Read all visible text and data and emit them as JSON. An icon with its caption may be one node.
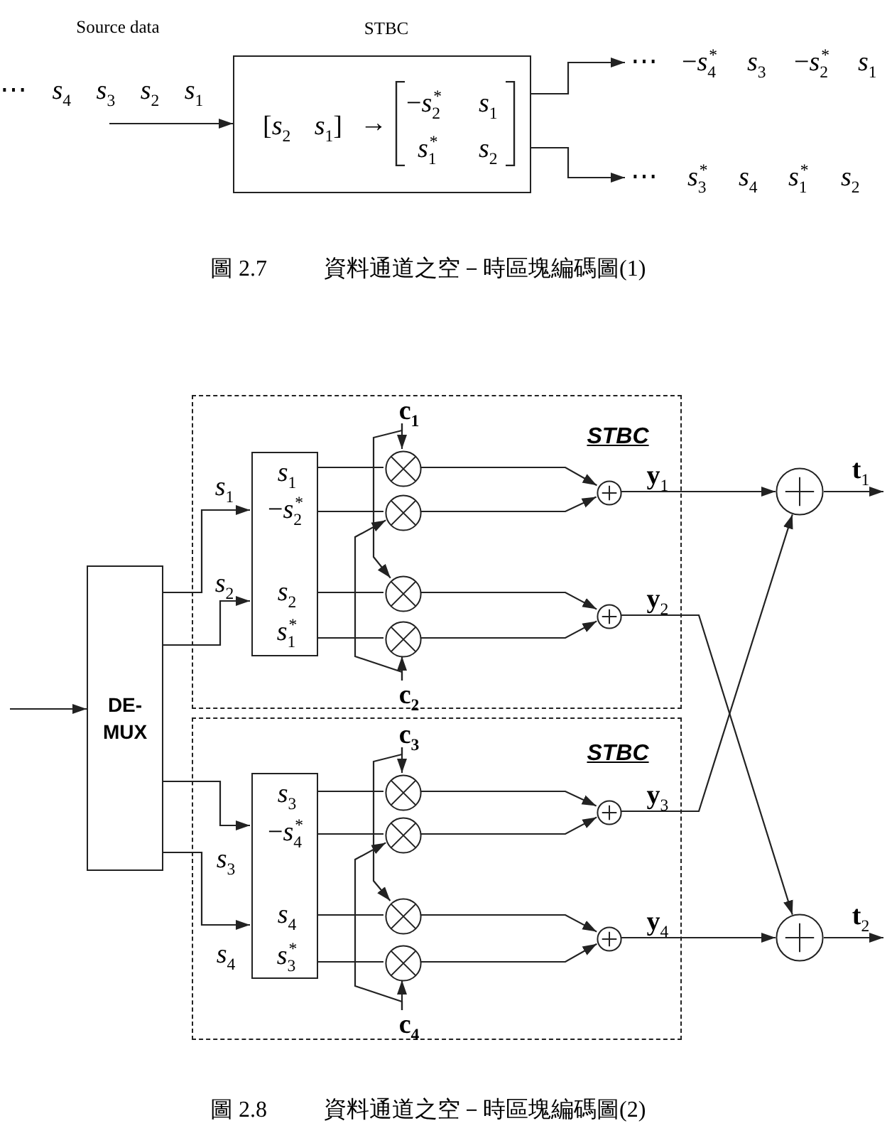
{
  "diagram": {
    "nodes": [
      {
        "text": [
          "STBC",
          "[*s*$_{2}$ *s*$_{1}$]",
          "→",
          "−*s*$_{2}$$^{*}$",
          "*s*$_{1}$",
          "*s*$_{1}$$^{*}$",
          "*s*$_{2}$"
        ]
      },
      {
        "text": [
          "⋯",
          "−*s*$_{4}$$^{*}$",
          "*s*$_{3}$",
          "−*s*$_{2}$$^{*}$",
          "*s*$_{1}$"
        ]
      },
      {
        "text": [
          "⋯",
          "*s*$_{3}$$^{*}$",
          "*s*$_{4}$",
          "*s*$_{1}$$^{*}$",
          "*s*$_{2}$"
        ]
      },
      {
        "text": [
          "DE-MUX"
        ]
      },
      {
        "text": [
          "STBC"
        ]
      },
      {
        "text": [
          "*s*$_{1}$",
          "−*s*$_{2}$$^{*}$",
          "*s*$_{2}$",
          "*s*$_{1}$$^{*}$"
        ],
        "in": 4
      },
      {
        "text": [
          "c$_{1}$"
        ],
        "in": 4
      },
      {
        "text": [],
        "shape": "circle",
        "in": 4
      },
      {
        "text": [],
        "shape": "circle",
        "in": 4
      },
      {
        "text": [],
        "shape": "circle",
        "in": 4
      },
      {
        "text": [],
        "shape": "circle",
        "in": 4
      },
      {
        "text": [
          "c$_{2}$"
        ],
        "in": 4
      },
      {
        "text": [],
        "shape": "circle",
        "in": 4
      },
      {
        "text": [],
        "shape": "circle",
        "in": 4
      },
      {
        "text": [
          "STBC"
        ]
      },
      {
        "text": [
          "*s*$_{3}$",
          "−*s*$_{4}$$^{*}$",
          "*s*$_{4}$",
          "*s*$_{3}$$^{*}$"
        ],
        "in": 14
      },
      {
        "text": [
          "c$_{3}$"
        ],
        "in": 14
      },
      {
        "text": [],
        "shape": "circle",
        "in": 14
      },
      {
        "text": [],
        "shape": "circle",
        "in": 14
      },
      {
        "text": [],
        "shape": "circle",
        "in": 14
      },
      {
        "text": [],
        "shape": "circle",
        "in": 14
      },
      {
        "text": [
          "c$_{4}$"
        ],
        "in": 14
      },
      {
        "text": [],
        "shape": "circle",
        "in": 14
      },
      {
        "text": [],
        "shape": "circle",
        "in": 14
      },
      {
        "text": [],
        "shape": "circle"
      },
      {
        "text": [],
        "shape": "circle"
      }
    ],
    "edges": [
      {
        "from": null,
        "to": 0,
        "arrow": "to"
      },
      {
        "from": 0,
        "to": 1,
        "arrow": "to"
      },
      {
        "from": 0,
        "to": 2,
        "arrow": "to"
      },
      {
        "from": null,
        "to": 3,
        "arrow": "to"
      },
      {
        "from": 3,
        "to": 5,
        "arrow": "to",
        "label": "*s*$_{1}$"
      },
      {
        "from": 3,
        "to": 5,
        "arrow": "to",
        "label": "*s*$_{2}$"
      },
      {
        "from": 3,
        "to": 15,
        "arrow": "to",
        "label": "*s*$_{3}$"
      },
      {
        "from": 3,
        "to": 15,
        "arrow": "to",
        "label": "*s*$_{4}$"
      },
      {
        "from": 5,
        "to": 7,
        "arrow": "none"
      },
      {
        "from": 5,
        "to": 8,
        "arrow": "none"
      },
      {
        "from": 5,
        "to": 9,
        "arrow": "none"
      },
      {
        "from": 5,
        "to": 10,
        "arrow": "none"
      },
      {
        "from": 6,
        "to": 7,
        "arrow": "to"
      },
      {
        "from": 6,
        "to": 9,
        "arrow": "to"
      },
      {
        "from": 11,
        "to": 10,
        "arrow": "to"
      },
      {
        "from": 11,
        "to": 8,
        "arrow": "to"
      },
      {
        "from": 7,
        "to": 12,
        "arrow": "to"
      },
      {
        "from": 8,
        "to": 12,
        "arrow": "to"
      },
      {
        "from": 9,
        "to": 13,
        "arrow": "to"
      },
      {
        "from": 10,
        "to": 13,
        "arrow": "to"
      },
      {
        "from": 15,
        "to": 17,
        "arrow": "none"
      },
      {
        "from": 15,
        "to": 18,
        "arrow": "none"
      },
      {
        "from": 15,
        "to": 19,
        "arrow": "none"
      },
      {
        "from": 15,
        "to": 20,
        "arrow": "none"
      },
      {
        "from": 16,
        "to": 17,
        "arrow": "to"
      },
      {
        "from": 16,
        "to": 19,
        "arrow": "to"
      },
      {
        "from": 21,
        "to": 20,
        "arrow": "to"
      },
      {
        "from": 21,
        "to": 18,
        "arrow": "to"
      },
      {
        "from": 17,
        "to": 22,
        "arrow": "to"
      },
      {
        "from": 18,
        "to": 22,
        "arrow": "to"
      },
      {
        "from": 19,
        "to": 23,
        "arrow": "to"
      },
      {
        "from": 20,
        "to": 23,
        "arrow": "to"
      },
      {
        "from": 12,
        "to": 24,
        "arrow": "to",
        "label": "**y**$_{1}$"
      },
      {
        "from": 13,
        "to": 25,
        "arrow": "to",
        "label": "**y**$_{2}$"
      },
      {
        "from": 22,
        "to": 24,
        "arrow": "to",
        "label": "**y**$_{3}$"
      },
      {
        "from": 23,
        "to": 25,
        "arrow": "to",
        "label": "**y**$_{4}$"
      },
      {
        "from": 24,
        "to": null,
        "arrow": "to",
        "label": "**t**$_{1}$"
      },
      {
        "from": 25,
        "to": null,
        "arrow": "to",
        "label": "**t**$_{2}$"
      }
    ],
    "labels": [
      "Source data",
      "⋯ *s*$_{4}$ *s*$_{3}$ *s*$_{2}$ *s*$_{1}$",
      "圖 2.7",
      "資料通道之空－時區塊編碼圖(1)",
      "圖 2.8",
      "資料通道之空－時區塊編碼圖(2)"
    ]
  }
}
